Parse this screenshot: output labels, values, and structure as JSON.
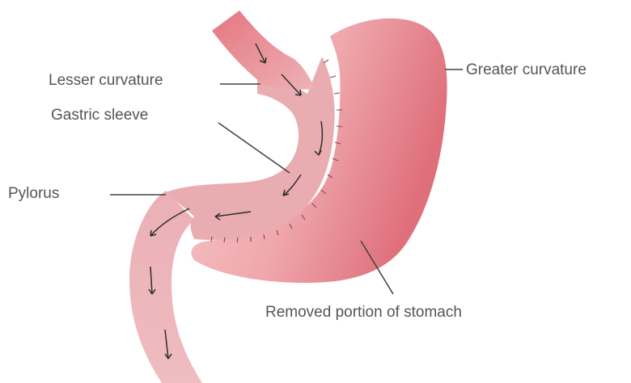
{
  "labels": {
    "lesser_curvature": "Lesser curvature",
    "greater_curvature": "Greater curvature",
    "gastric_sleeve": "Gastric sleeve",
    "pylorus": "Pylorus",
    "removed_portion": "Removed portion of stomach"
  },
  "colors": {
    "removed_portion_light": "#f2b3b6",
    "removed_portion_deep": "#e0707c",
    "sleeve": "#e7acb1",
    "esophagus_and_duodenum": "#ecaeb3",
    "leader_lines": "#444444",
    "label_text": "#555555"
  }
}
